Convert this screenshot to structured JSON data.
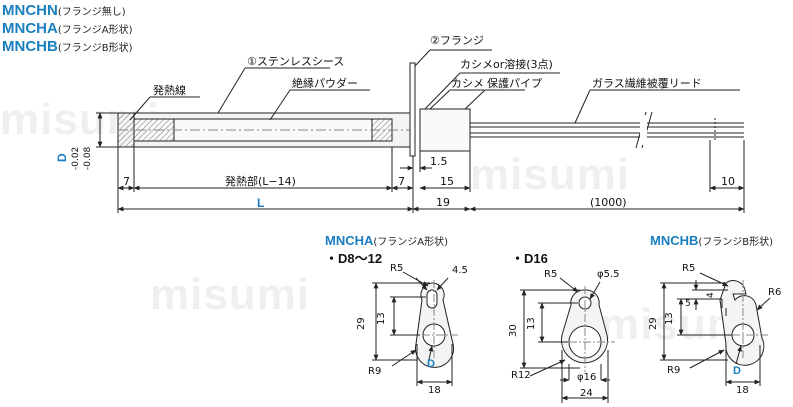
{
  "watermark": "misumi",
  "models": [
    {
      "code": "MNCHN",
      "note": "(フランジ無し)"
    },
    {
      "code": "MNCHA",
      "note": "(フランジA形状)"
    },
    {
      "code": "MNCHB",
      "note": "(フランジB形状)"
    }
  ],
  "main_view": {
    "callouts": {
      "sheath": "①ステンレスシース",
      "flange": "②フランジ",
      "crimp_weld": "カシメor溶接(3点)",
      "crimp": "カシメ",
      "protect_pipe": "保護パイプ",
      "glass_lead": "ガラス繊維被覆リード",
      "heating_wire": "発熱線",
      "powder": "絶縁パウダー"
    },
    "dims": {
      "dia": "D",
      "dia_tol_upper": "-0.02",
      "dia_tol_lower": "-0.08",
      "left_end": "7",
      "heat_zone": "発熱部(L−14)",
      "right_end": "7",
      "flange_thk": "1.5",
      "pipe_len": "15",
      "total": "L",
      "gap": "19",
      "lead_len": "(1000)",
      "strip": "10"
    }
  },
  "detail_a": {
    "heading": "MNCHA",
    "heading_note": "(フランジA形状)",
    "variant": "・D8～12",
    "r_top": "R5",
    "slot": "4.5",
    "height": "29",
    "center_h": "13",
    "r_bottom": "R9",
    "bore": "D",
    "width": "18"
  },
  "detail_d16": {
    "variant": "・D16",
    "r_top": "R5",
    "hole": "φ5.5",
    "height": "30",
    "center_h": "13",
    "r_bottom": "R12",
    "bore": "φ16",
    "width": "24"
  },
  "detail_b": {
    "heading": "MNCHB",
    "heading_note": "(フランジB形状)",
    "r_top": "R5",
    "r_side": "R6",
    "height": "29",
    "center_h": "13",
    "hook_h": "5",
    "hook_w": "4",
    "r_bottom": "R9",
    "bore": "D",
    "width": "18"
  }
}
